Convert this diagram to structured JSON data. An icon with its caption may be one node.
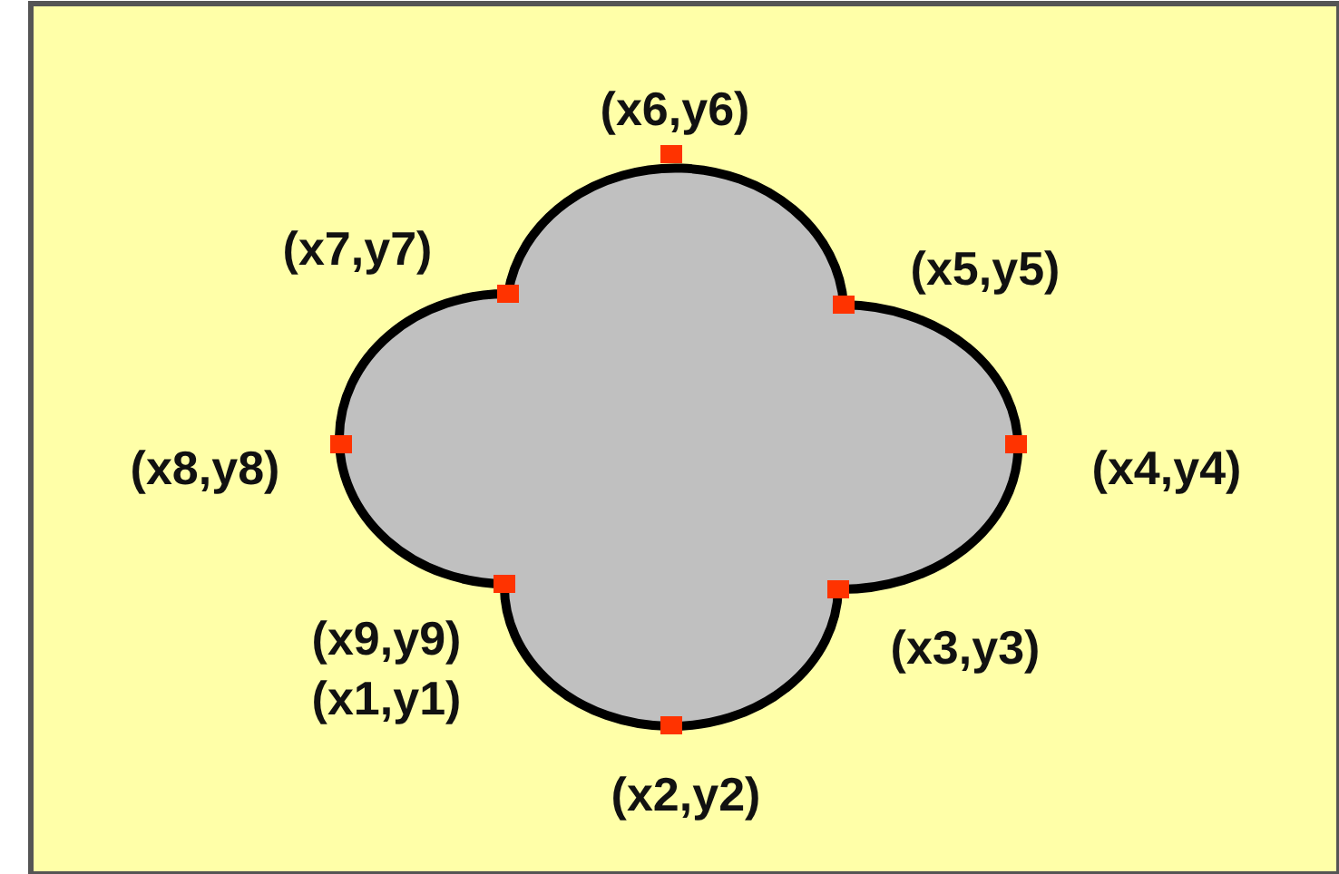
{
  "diagram": {
    "labels": [
      "(x6,y6)",
      "(x7,y7)",
      "(x5,y5)",
      "(x8,y8)",
      "(x4,y4)",
      "(x9,y9)",
      "(x3,y3)",
      "(x1,y1)",
      "(x2,y2)"
    ]
  }
}
